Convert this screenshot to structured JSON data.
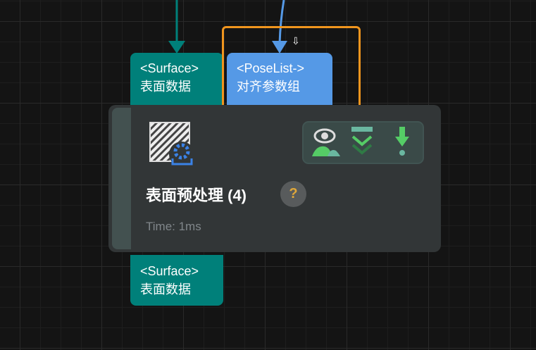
{
  "inputs": [
    {
      "type": "<Surface>",
      "label": "表面数据"
    },
    {
      "type": "<PoseList->",
      "label": "对齐参数组"
    }
  ],
  "outputs": [
    {
      "type": "<Surface>",
      "label": "表面数据"
    }
  ],
  "node": {
    "title": "表面预处理 (4)",
    "help": "?",
    "time": "Time: 1ms"
  },
  "cursor": "⇩",
  "colors": {
    "surface_port": "#00807a",
    "poselist_port": "#5599e6",
    "selection": "#f0951e",
    "node_bg": "#323637"
  }
}
